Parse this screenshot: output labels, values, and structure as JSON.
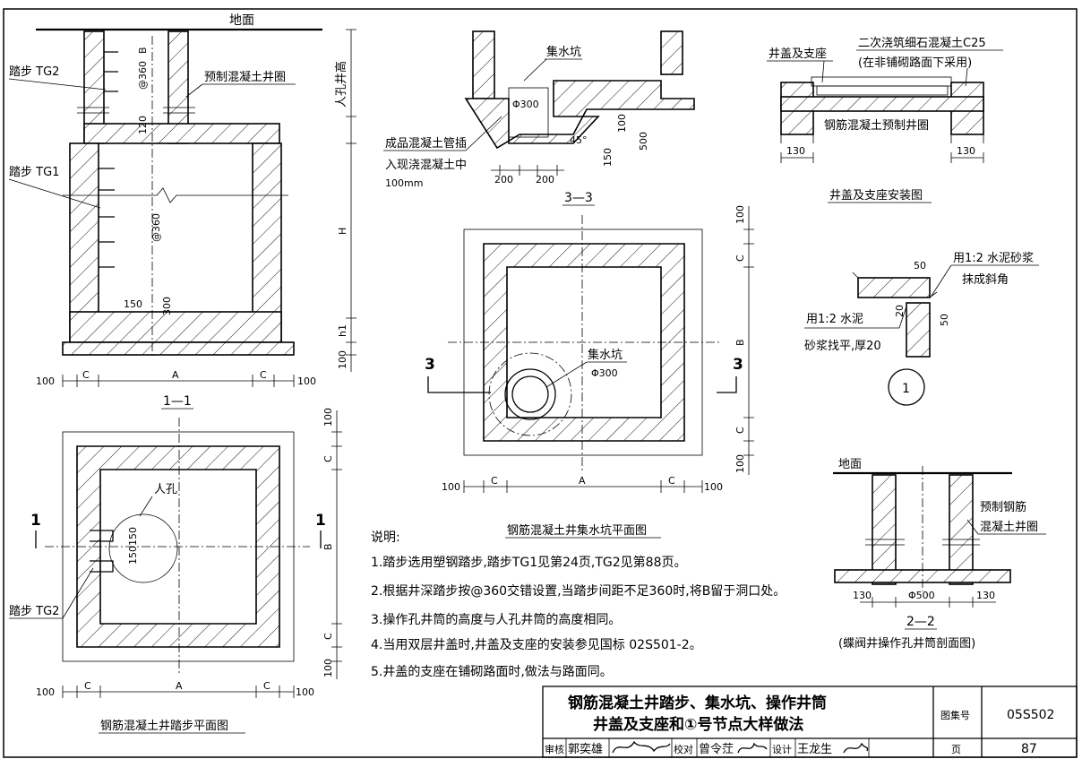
{
  "labels": {
    "ground_top": "地面",
    "step_tg2_a": "踏步 TG2",
    "precast_ring": "预制混凝土井圈",
    "manhole_height": "人孔井高",
    "step_tg1": "踏步 TG1",
    "dim_360_a": "@360",
    "dim_360_b": "@360",
    "dim_b_top": "B",
    "dim_120": "120",
    "dim_h": "H",
    "dim_h1": "h1",
    "dim_150": "150",
    "dim_300": "300",
    "dim_100_l": "100",
    "dim_c_l": "C",
    "dim_a": "A",
    "dim_c_r": "C",
    "dim_100_r": "100",
    "dim_100_v": "100",
    "sec_11": "1—1",
    "sump": "集水坑",
    "phi300_a": "Φ300",
    "dim_45": "45°",
    "dim_100_s": "100",
    "dim_500": "500",
    "dim_150_s": "150",
    "dim_200_a": "200",
    "dim_200_b": "200",
    "pipe_note_1": "成品混凝土管插",
    "pipe_note_2": "入现浇混凝土中",
    "pipe_note_3": "100mm",
    "sec_33": "3—3",
    "cover_seat": "井盖及支座",
    "pour_note_1": "二次浇筑细石混凝土C25",
    "pour_note_2": "(在非铺砌路面下采用)",
    "rc_ring": "钢筋混凝土预制井圈",
    "dim_130_a": "130",
    "dim_130_b": "130",
    "cover_install": "井盖及支座安装图",
    "mortar_note_1": "用1:2 水泥砂浆",
    "mortar_note_2": "抹成斜角",
    "dim_50_a": "50",
    "dim_50_b": "50",
    "dim_20": "20",
    "mortar2_note_1": "用1:2 水泥",
    "mortar2_note_2": "砂浆找平,厚20",
    "node_1": "1",
    "sump_plan_sump": "集水坑",
    "sump_plan_phi": "Φ300",
    "sec3_l": "3",
    "sec3_r": "3",
    "sump_plan_title": "钢筋混凝土井集水坑平面图",
    "manhole_label": "人孔",
    "dim_150150": "150150",
    "step_tg2_b": "踏步 TG2",
    "sec1_l": "1",
    "sec1_r": "1",
    "step_plan_title": "钢筋混凝土井踏步平面图",
    "notes_head": "说明:",
    "notes": [
      "1.踏步选用塑钢踏步,踏步TG1见第24页,TG2见第88页。",
      "2.根据井深踏步按@360交错设置,当踏步间距不足360时,将B留于洞口处。",
      "3.操作孔井筒的高度与人孔井筒的高度相同。",
      "4.当用双层井盖时,井盖及支座的安装参见国标 02S501-2。",
      "5.井盖的支座在铺砌路面时,做法与路面同。"
    ],
    "ground_22": "地面",
    "precast_rc_1": "预制钢筋",
    "precast_rc_2": "混凝土井圈",
    "dim_130_c": "130",
    "dim_phi500": "Φ500",
    "dim_130_d": "130",
    "sec_22": "2—2",
    "sec_22_desc": "(蝶阀井操作孔井筒剖面图)"
  },
  "title_block": {
    "title_line1": "钢筋混凝土井踏步、集水坑、操作井筒",
    "title_line2": "井盖及支座和①号节点大样做法",
    "atlas_label": "图集号",
    "atlas_no": "05S502",
    "page_label": "页",
    "page_no": "87",
    "review_label": "审核",
    "reviewer": "郭奕雄",
    "check_label": "校对",
    "checker": "曾令茳",
    "design_label": "设计",
    "designer": "王龙生"
  }
}
